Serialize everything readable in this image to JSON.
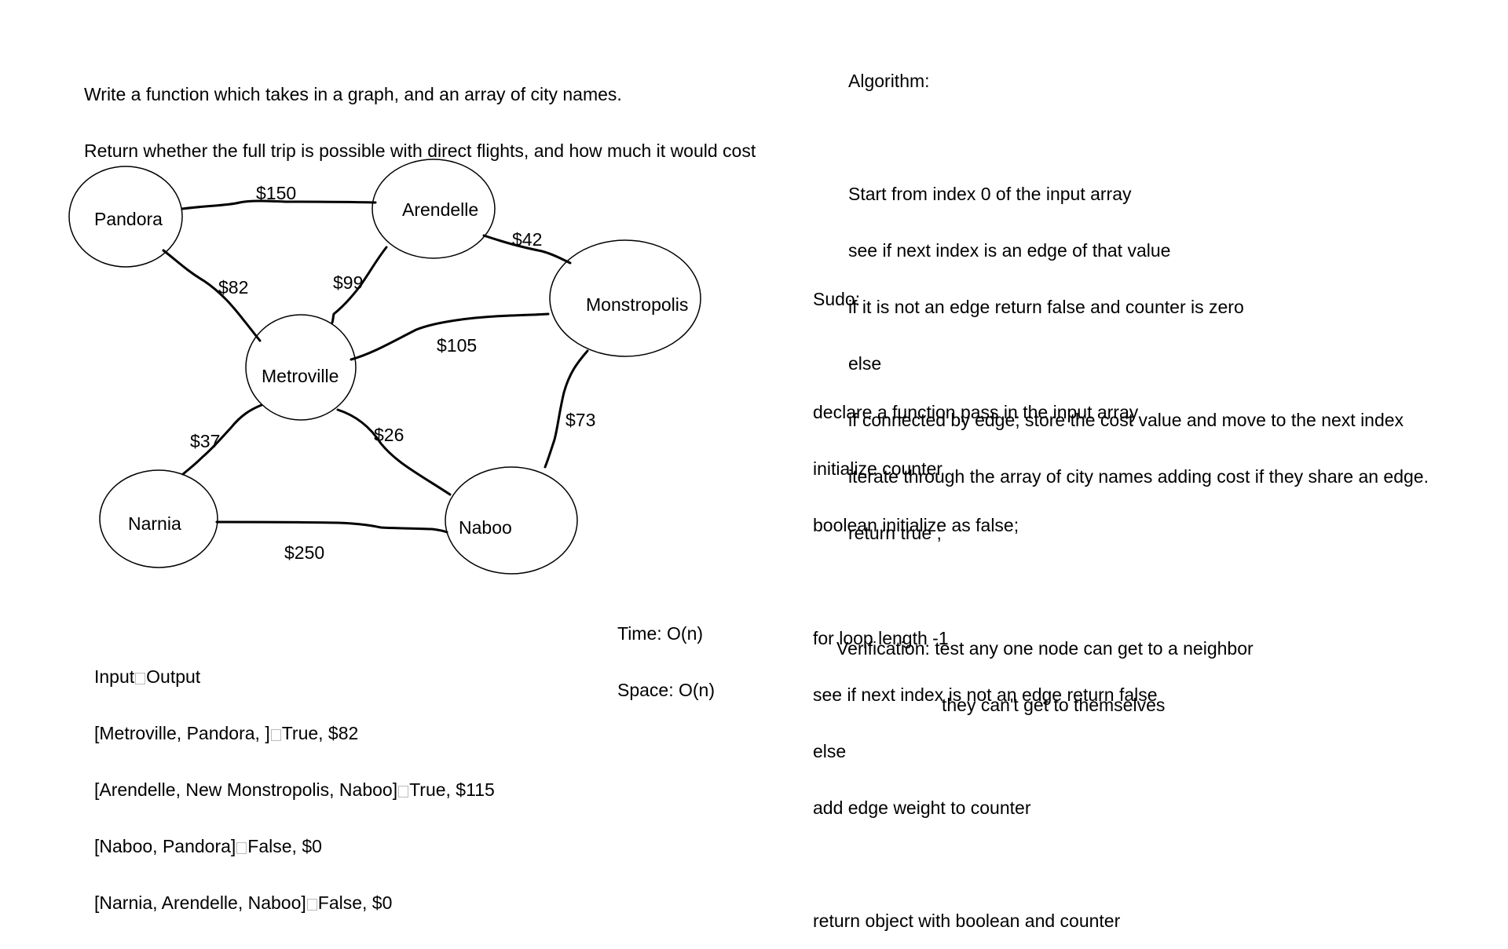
{
  "prompt": {
    "line1": "Write a function which takes in a graph, and an array of city names.",
    "line2": "Return whether the full trip is possible with direct flights, and how much it would cost"
  },
  "algorithm": {
    "title": "Algorithm:",
    "lines": [
      "Start from index 0 of the input array",
      "see if next index is an edge of that value",
      "if it is not an edge return false and counter is zero",
      "else",
      "if connected by edge; store the cost value and move to the next index",
      "iterate through the array of city names adding cost if they share an edge.",
      "return true ;"
    ]
  },
  "sudo": {
    "title": "Sudo:",
    "lines": [
      "declare a function pass in the input array",
      "initialize counter",
      "boolean initialize as false;",
      "",
      "for loop length -1",
      "see if next index is not an edge return false",
      "else",
      "add edge weight to counter",
      "",
      "return object with boolean and counter"
    ]
  },
  "complexity": {
    "time": "Time: O(n)",
    "space": "Space: O(n)"
  },
  "verification": {
    "line1": "Verification: test any one node can get to a neighbor",
    "line2": "they can't get to themselves"
  },
  "examples": {
    "header_left": "Input",
    "header_right": "Output",
    "rows": [
      {
        "input": "[Metroville, Pandora, ]",
        "output": "True, $82"
      },
      {
        "input": "[Arendelle, New Monstropolis, Naboo]",
        "output": "True, $115"
      },
      {
        "input": "[Naboo, Pandora]",
        "output": "False, $0"
      },
      {
        "input": "[Narnia, Arendelle, Naboo]",
        "output": "False, $0"
      }
    ]
  },
  "graph": {
    "nodes": {
      "pandora": "Pandora",
      "arendelle": "Arendelle",
      "monstropolis": "Monstropolis",
      "metroville": "Metroville",
      "narnia": "Narnia",
      "naboo": "Naboo"
    },
    "edges": {
      "pandora_arendelle": "$150",
      "arendelle_monstropolis": "$42",
      "pandora_metroville": "$82",
      "arendelle_metroville": "$99",
      "metroville_monstropolis": "$105",
      "metroville_narnia": "$37",
      "metroville_naboo": "$26",
      "monstropolis_naboo": "$73",
      "narnia_naboo": "$250"
    }
  }
}
